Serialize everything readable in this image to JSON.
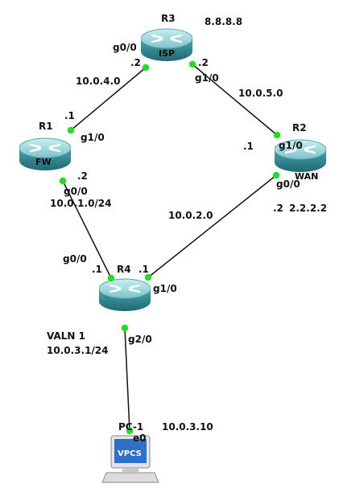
{
  "colors": {
    "link": "#111111",
    "port": "#22dd22",
    "router_top": "#9ed2d8",
    "router_body": "#3a8f98",
    "router_dark": "#1e5f66"
  },
  "devices": {
    "r3": {
      "name": "R3",
      "label": "ISP",
      "ip": "8.8.8.8"
    },
    "r1": {
      "name": "R1",
      "label": "FW"
    },
    "r2": {
      "name": "R2",
      "label": "WAN",
      "ip": "2.2.2.2"
    },
    "r4": {
      "name": "R4"
    },
    "pc1": {
      "name": "PC-1",
      "label": "VPCS",
      "ip": "10.0.3.10"
    }
  },
  "links": {
    "r3_r1": {
      "network": "10.0.4.0",
      "r3_iface": "g0/0",
      "r3_host": ".2",
      "r1_iface": "g1/0",
      "r1_host": ".1"
    },
    "r3_r2": {
      "network": "10.0.5.0",
      "r3_iface": "g1/0",
      "r3_host": ".2",
      "r2_iface": "g1/0",
      "r2_host": ".1"
    },
    "r1_r4": {
      "network": "10.0.1.0/24",
      "r1_iface": "g0/0",
      "r1_host": ".2",
      "r4_iface": "g0/0",
      "r4_host": ".1"
    },
    "r2_r4": {
      "network": "10.0.2.0",
      "r2_iface": "g0/0",
      "r2_host": ".2",
      "r4_iface": "g1/0",
      "r4_host": ".1"
    },
    "r4_pc": {
      "r4_iface": "g2/0",
      "pc_iface": "e0"
    }
  },
  "vlan": {
    "name": "VALN 1",
    "gateway": "10.0.3.1/24"
  }
}
